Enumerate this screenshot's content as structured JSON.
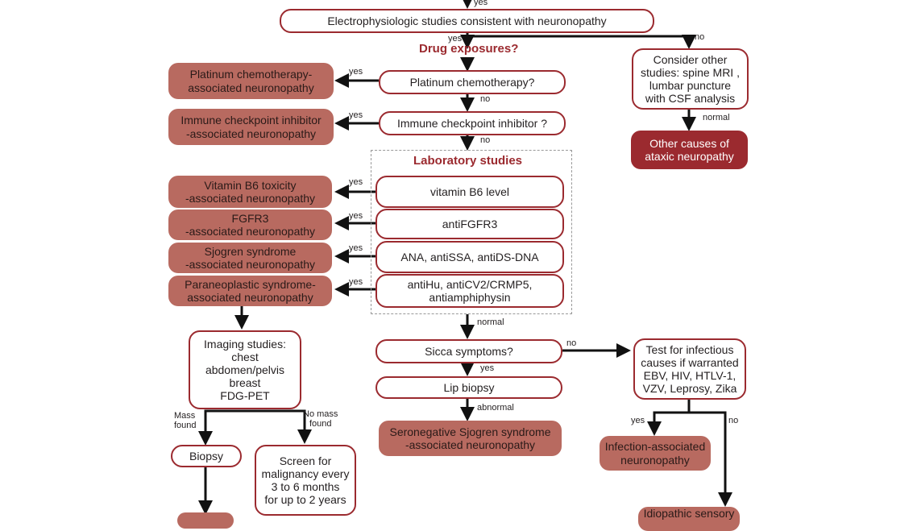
{
  "labels": {
    "yes": "yes",
    "no": "no",
    "normal": "normal",
    "abnormal": "abnormal",
    "mass_found": "Mass\nfound",
    "no_mass_found": "No mass\nfound"
  },
  "headers": {
    "drug": "Drug exposures?",
    "lab": "Laboratory studies"
  },
  "nodes": {
    "electro": "Electrophysiologic studies consistent with neuronopathy",
    "consider": "Consider other\nstudies: spine MRI ,\nlumbar puncture\nwith CSF analysis",
    "other_causes": "Other causes  of\nataxic neuropathy",
    "platinum_q": "Platinum chemotherapy?",
    "platinum_r": "Platinum chemotherapy-\nassociated neuronopathy",
    "ici_q": "Immune checkpoint inhibitor ?",
    "ici_r": "Immune checkpoint inhibitor\n-associated neuronopathy",
    "b6_q": "vitamin B6 level",
    "b6_r": "Vitamin B6 toxicity\n-associated neuronopathy",
    "fgfr3_q": "antiFGFR3",
    "fgfr3_r": "FGFR3\n-associated neuronopathy",
    "ana_q": "ANA, antiSSA, antiDS-DNA",
    "sjogren_r": "Sjogren syndrome\n-associated neuronopathy",
    "hu_q": "antiHu, antiCV2/CRMP5,\nantiamphiphysin",
    "para_r": "Paraneoplastic syndrome-\nassociated neuronopathy",
    "imaging": "Imaging studies:\nchest\nabdomen/pelvis\nbreast\nFDG-PET",
    "biopsy": "Biopsy",
    "screen": "Screen for\nmalignancy every\n3 to 6 months\nfor up to 2 years",
    "sicca": "Sicca symptoms?",
    "lip": "Lip biopsy",
    "seroneg": "Seronegative Sjogren syndrome\n-associated neuronopathy",
    "infect_test": "Test for infectious\ncauses if warranted\nEBV, HIV, HTLV-1,\nVZV, Leprosy, Zika",
    "infect_r": "Infection-associated\nneuronopathy",
    "idiopathic": "Idiopathic sensory"
  }
}
